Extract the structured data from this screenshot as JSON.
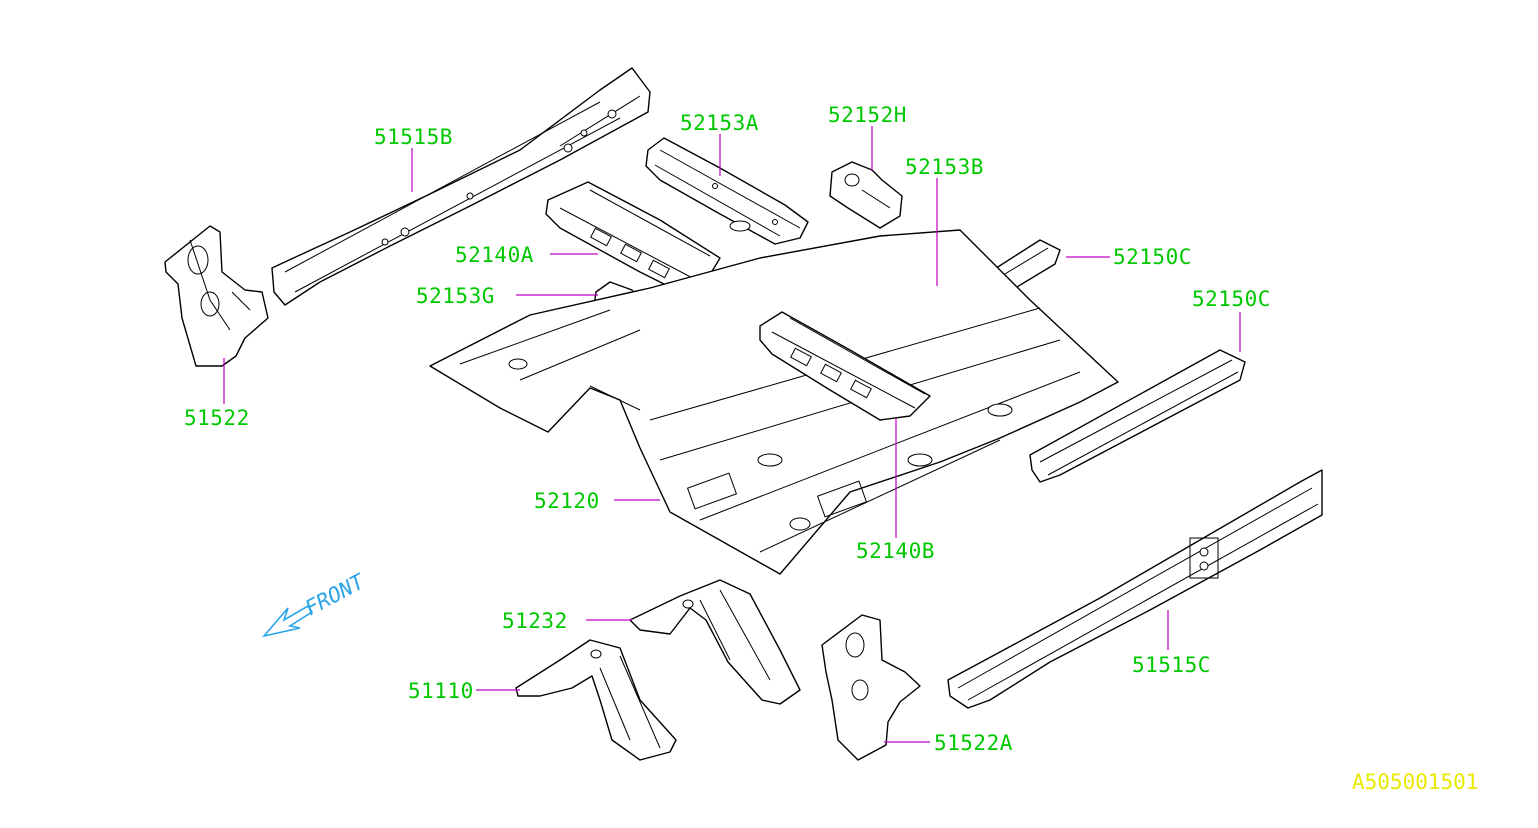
{
  "parts": {
    "p51515B": "51515B",
    "p52153A": "52153A",
    "p52152H": "52152H",
    "p52153B": "52153B",
    "p52140A": "52140A",
    "p52150C_a": "52150C",
    "p52153G": "52153G",
    "p52150C_b": "52150C",
    "p51522": "51522",
    "p52120": "52120",
    "p52140B": "52140B",
    "p51232": "51232",
    "p51110": "51110",
    "p51515C": "51515C",
    "p51522A": "51522A"
  },
  "front_label": "FRONT",
  "diagram_code": "A505001501",
  "colors": {
    "part_label": "#00c800",
    "leader_line": "#c000c0",
    "front_arrow": "#2aa4e8",
    "diagram_code": "#e8e800",
    "outline": "#000000"
  }
}
